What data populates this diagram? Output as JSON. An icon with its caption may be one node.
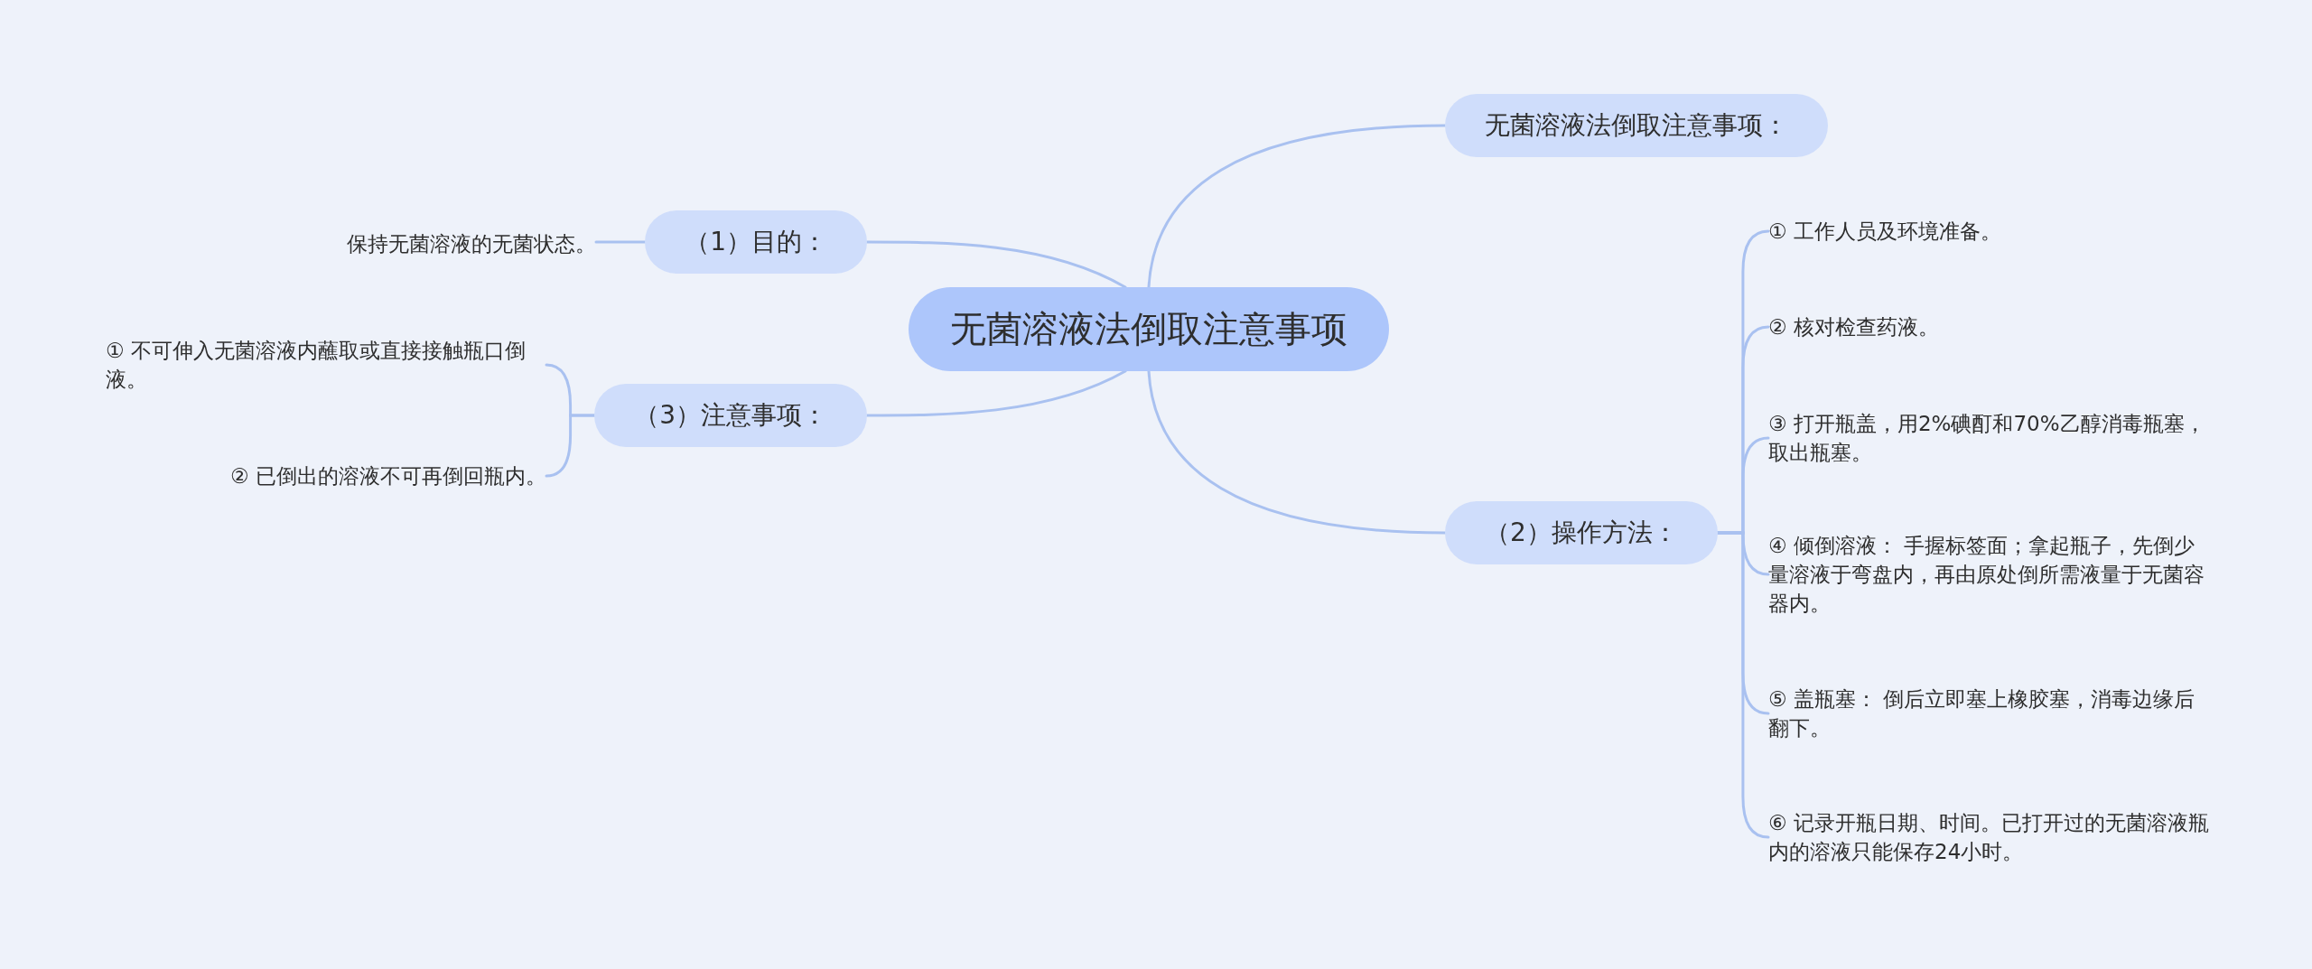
{
  "diagram": {
    "nodes": [
      {
        "text": [
          "无菌溶液法倒取注意事项"
        ]
      },
      {
        "text": [
          "无菌溶液法倒取注意事项："
        ]
      },
      {
        "text": [
          "（1）目的："
        ]
      },
      {
        "text": [
          "保持无菌溶液的无菌状态。"
        ]
      },
      {
        "text": [
          "（3）注意事项："
        ]
      },
      {
        "text": [
          "① 不可伸入无菌溶液内蘸取或直接接触瓶口倒液。"
        ]
      },
      {
        "text": [
          "② 已倒出的溶液不可再倒回瓶内。"
        ]
      },
      {
        "text": [
          "（2）操作方法："
        ]
      },
      {
        "text": [
          "① 工作人员及环境准备。"
        ]
      },
      {
        "text": [
          "② 核对检查药液。"
        ]
      },
      {
        "text": [
          "③ 打开瓶盖，用2%碘酊和70%乙醇消毒瓶塞，取出瓶塞。"
        ]
      },
      {
        "text": [
          "④ 倾倒溶液： 手握标签面；拿起瓶子，先倒少量溶液于弯盘内，再由原处倒所需液量于无菌容器内。"
        ]
      },
      {
        "text": [
          "⑤ 盖瓶塞： 倒后立即塞上橡胶塞，消毒边缘后翻下。"
        ]
      },
      {
        "text": [
          "⑥ 记录开瓶日期、时间。已打开过的无菌溶液瓶内的溶液只能保存24小时。"
        ]
      }
    ],
    "edges": [
      {
        "from": 0,
        "to": 1,
        "arrow": "none"
      },
      {
        "from": 0,
        "to": 2,
        "arrow": "none"
      },
      {
        "from": 2,
        "to": 3,
        "arrow": "none"
      },
      {
        "from": 0,
        "to": 4,
        "arrow": "none"
      },
      {
        "from": 4,
        "to": 5,
        "arrow": "none"
      },
      {
        "from": 4,
        "to": 6,
        "arrow": "none"
      },
      {
        "from": 0,
        "to": 7,
        "arrow": "none"
      },
      {
        "from": 7,
        "to": 8,
        "arrow": "none"
      },
      {
        "from": 7,
        "to": 9,
        "arrow": "none"
      },
      {
        "from": 7,
        "to": 10,
        "arrow": "none"
      },
      {
        "from": 7,
        "to": 11,
        "arrow": "none"
      },
      {
        "from": 7,
        "to": 12,
        "arrow": "none"
      },
      {
        "from": 7,
        "to": 13,
        "arrow": "none"
      }
    ]
  }
}
